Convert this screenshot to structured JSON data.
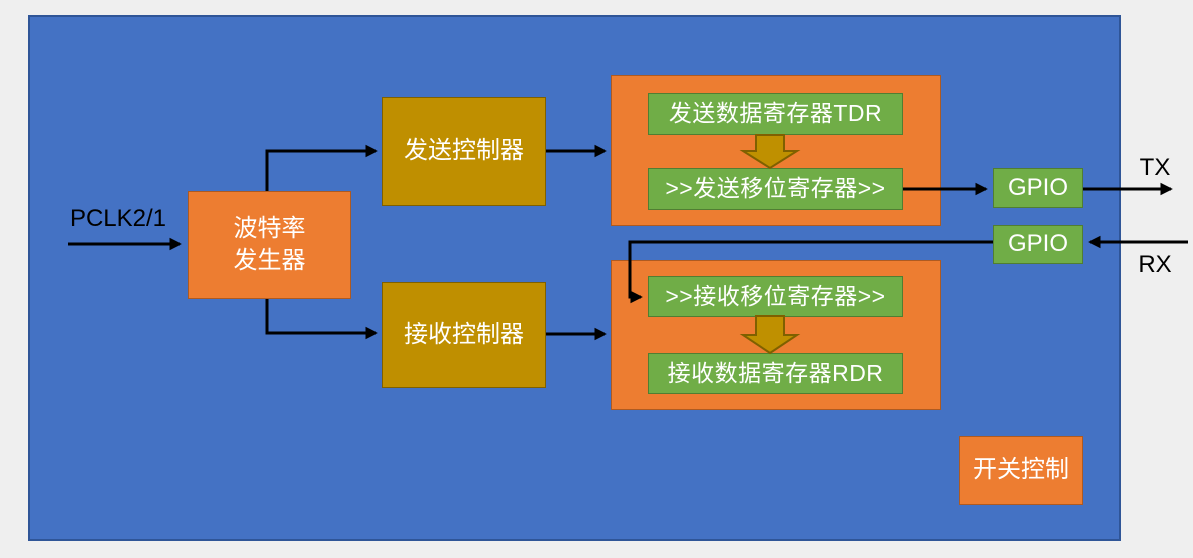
{
  "diagram": {
    "description": "UART peripheral block diagram",
    "colors": {
      "canvas_bg": "#EFEFEF",
      "panel_blue": "#4472C4",
      "panel_border": "#2F5597",
      "orange_box": "#ED7D31",
      "olive_box": "#BF8F00",
      "green_box": "#70AD47",
      "gold_block_arrow": "#BF9000",
      "connector_line": "#000000",
      "box_text": "#FFFFFF",
      "outer_text": "#000000"
    },
    "labels": {
      "pclk": "PCLK2/1",
      "tx": "TX",
      "rx": "RX"
    },
    "nodes": {
      "baud_generator": {
        "label_lines": [
          "波特率",
          "发生器"
        ]
      },
      "tx_controller": {
        "label": "发送控制器"
      },
      "rx_controller": {
        "label": "接收控制器"
      },
      "tx_data_register": {
        "label": "发送数据寄存器TDR"
      },
      "tx_shift_register": {
        "label": ">>发送移位寄存器>>"
      },
      "rx_shift_register": {
        "label": ">>接收移位寄存器>>"
      },
      "rx_data_register": {
        "label": "接收数据寄存器RDR"
      },
      "gpio_tx": {
        "label": "GPIO"
      },
      "gpio_rx": {
        "label": "GPIO"
      },
      "switch_control": {
        "label": "开关控制"
      }
    }
  }
}
